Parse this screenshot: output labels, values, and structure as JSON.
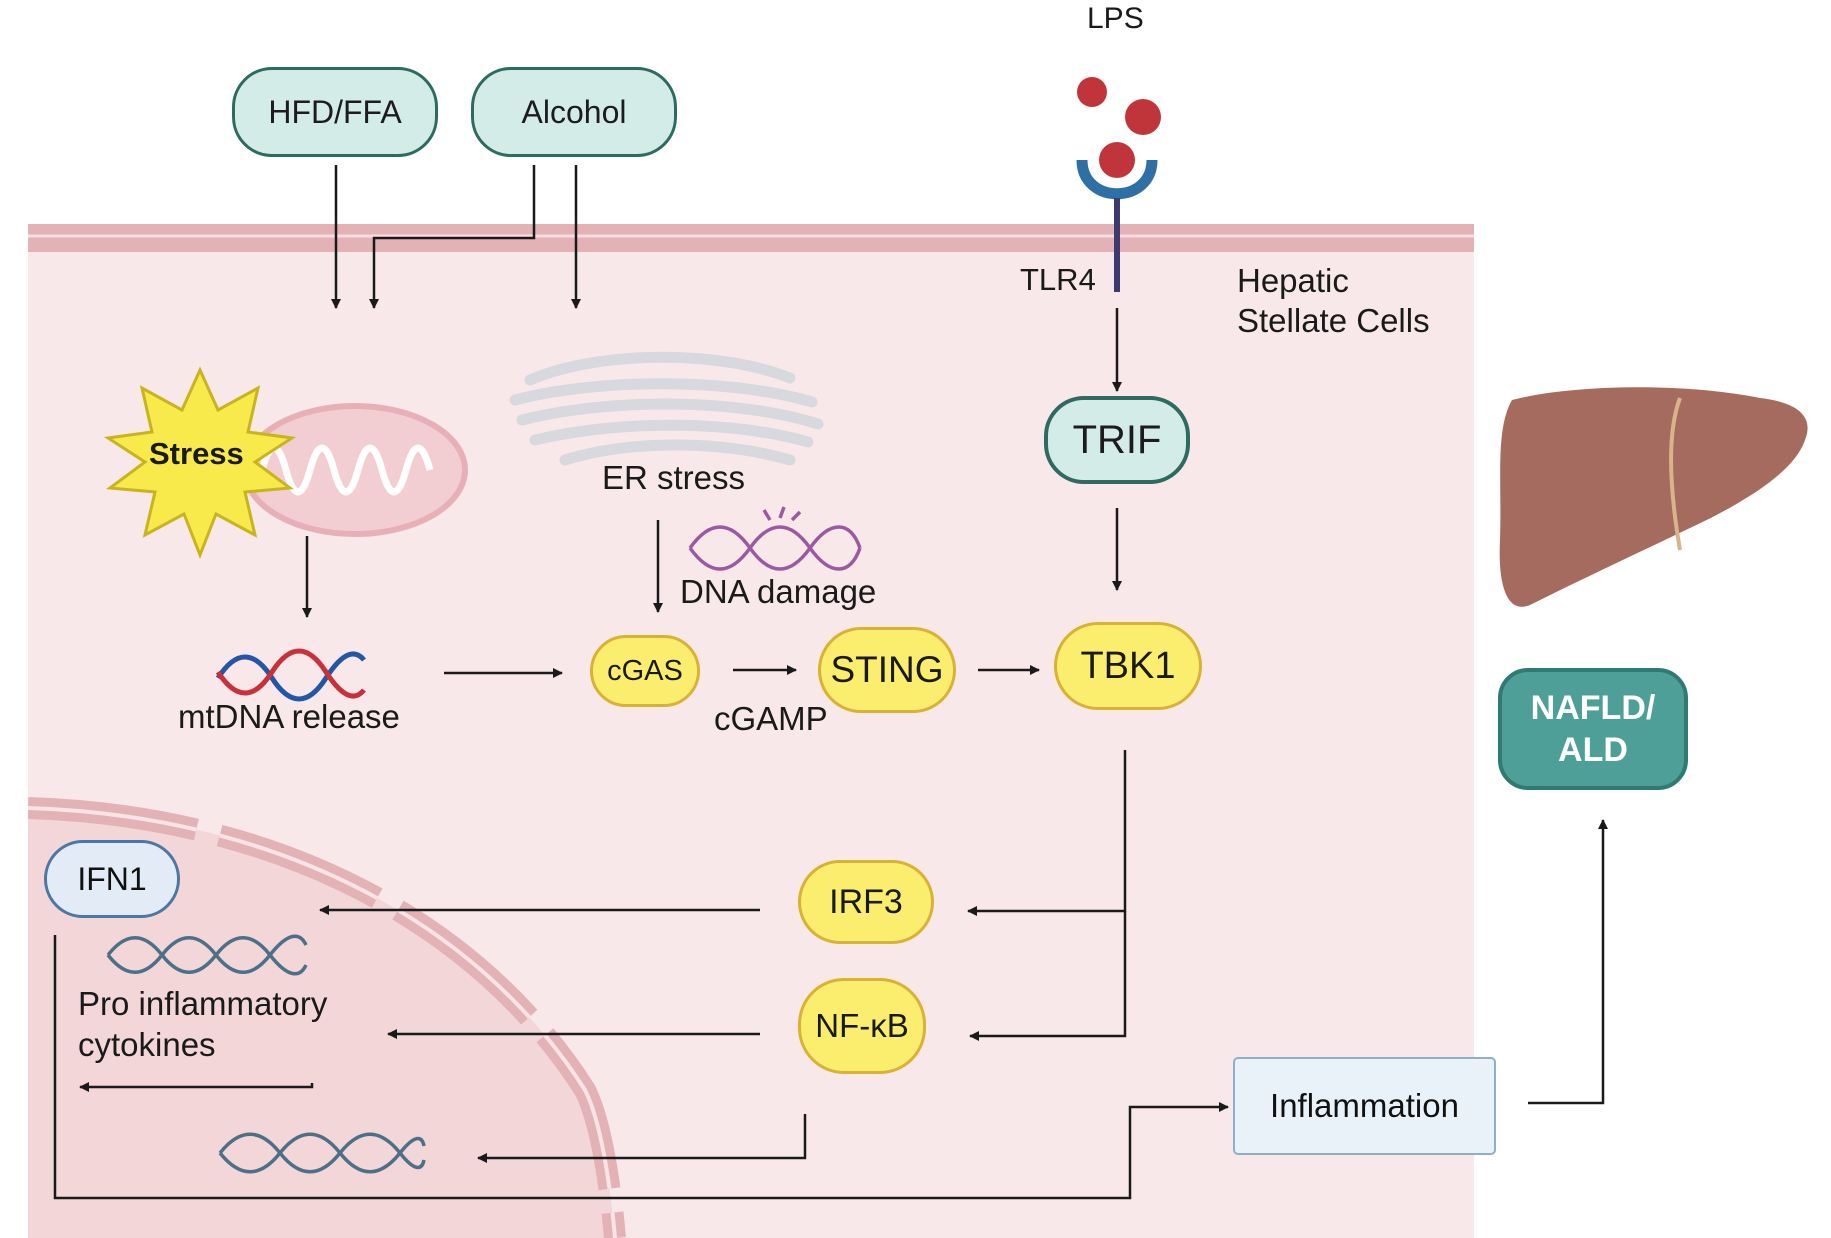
{
  "inputs": {
    "hfd": "HFD/FFA",
    "alcohol": "Alcohol",
    "lps": "LPS"
  },
  "cell": {
    "receptor": "TLR4",
    "name_line1": "Hepatic",
    "name_line2": "Stellate Cells"
  },
  "labels": {
    "stress": "Stress",
    "er_stress": "ER stress",
    "dna_damage": "DNA damage",
    "mtdna_release": "mtDNA release",
    "cgamp": "cGAMP",
    "pro_inflammatory_1": "Pro inflammatory",
    "pro_inflammatory_2": "cytokines"
  },
  "nodes": {
    "trif": "TRIF",
    "cgas": "cGAS",
    "sting": "STING",
    "tbk1": "TBK1",
    "irf3": "IRF3",
    "nfkb": "NF-κB",
    "ifn1": "IFN1",
    "inflammation": "Inflammation",
    "disease_line1": "NAFLD/",
    "disease_line2": "ALD"
  },
  "colors": {
    "membrane": "#e3b2b7",
    "cytoplasm": "#f9e8ea",
    "nucleus": "#f2d6d8",
    "teal_fill": "#d3ece8",
    "teal_border": "#2e6a60",
    "yellow_fill": "#fbee6f",
    "yellow_border": "#d8b232",
    "disease_fill": "#4e9f98",
    "liver": "#a56b5e",
    "lps_particle": "#c0353a"
  },
  "icons": [
    "lps-particles",
    "tlr4-receptor",
    "stress-burst-icon",
    "mitochondrion-icon",
    "er-icon",
    "dna-damage-icon",
    "mtdna-helix-icon",
    "dna-helix-icon",
    "liver-icon"
  ]
}
